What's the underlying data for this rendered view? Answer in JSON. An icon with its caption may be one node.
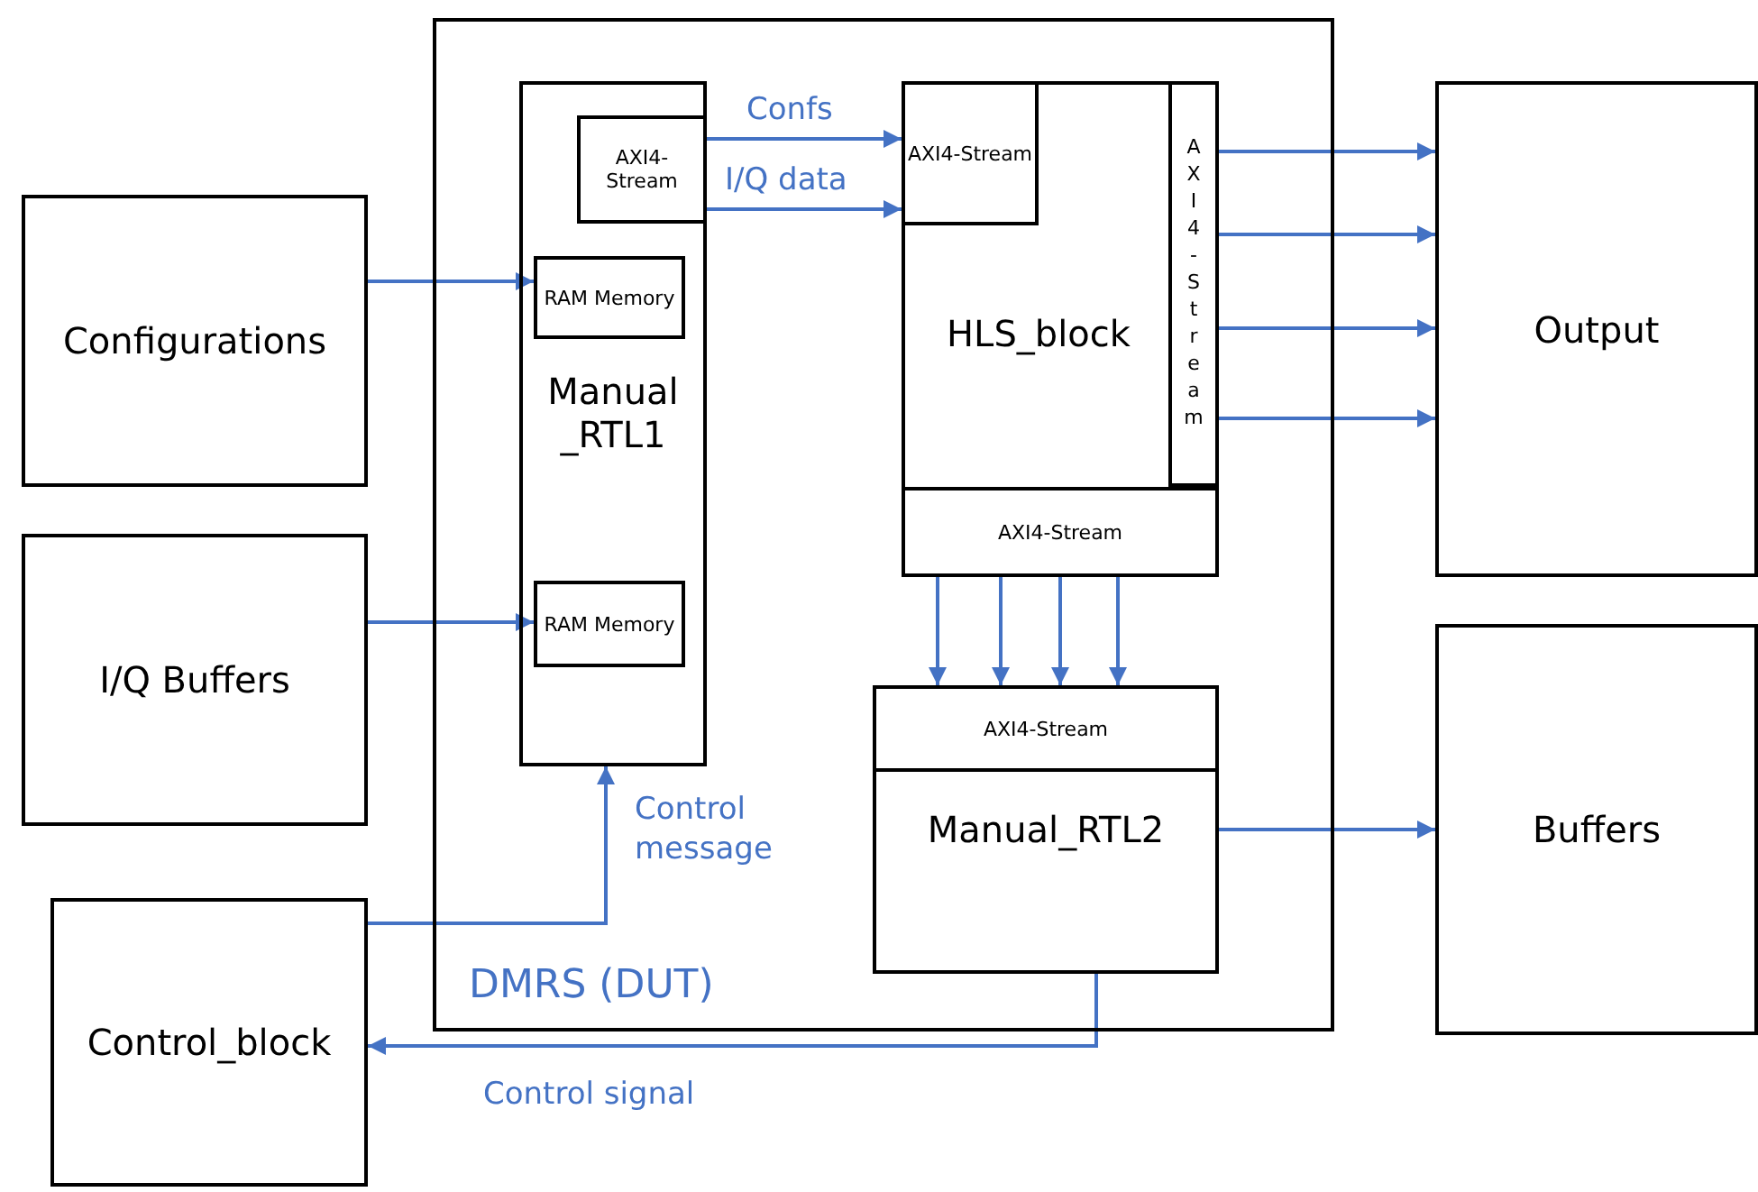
{
  "diagram": {
    "nodes": [
      {
        "text": [
          "Configurations"
        ]
      },
      {
        "text": [
          "I/Q Buffers"
        ]
      },
      {
        "text": [
          "Control_block"
        ]
      },
      {
        "text": [
          "DMRS (DUT)"
        ]
      },
      {
        "text": [
          "Manual _RTL1"
        ],
        "in": 3
      },
      {
        "text": [
          "AXI4-Stream"
        ],
        "in": 4
      },
      {
        "text": [
          "RAM Memory"
        ],
        "in": 4
      },
      {
        "text": [
          "RAM Memory"
        ],
        "in": 4
      },
      {
        "text": [
          "HLS_block"
        ],
        "in": 3
      },
      {
        "text": [
          "AXI4-Stream"
        ],
        "in": 8
      },
      {
        "text": [
          "AXI4-Stream"
        ],
        "in": 8
      },
      {
        "text": [
          "AXI4-Stream"
        ],
        "in": 8
      },
      {
        "text": [
          "Manual_RTL2"
        ],
        "in": 3
      },
      {
        "text": [
          "AXI4-Stream"
        ],
        "in": 12
      },
      {
        "text": [
          "Output"
        ]
      },
      {
        "text": [
          "Buffers"
        ]
      }
    ],
    "edges": [
      {
        "from": 0,
        "to": 6,
        "arrow": "to"
      },
      {
        "from": 1,
        "to": 7,
        "arrow": "to"
      },
      {
        "from": 2,
        "to": 4,
        "arrow": "to",
        "label": "Control message"
      },
      {
        "from": 5,
        "to": 9,
        "arrow": "to",
        "label": "Confs"
      },
      {
        "from": 5,
        "to": 9,
        "arrow": "to",
        "label": "I/Q data"
      },
      {
        "from": 10,
        "to": 14,
        "arrow": "to"
      },
      {
        "from": 10,
        "to": 14,
        "arrow": "to"
      },
      {
        "from": 10,
        "to": 14,
        "arrow": "to"
      },
      {
        "from": 10,
        "to": 14,
        "arrow": "to"
      },
      {
        "from": 11,
        "to": 13,
        "arrow": "to"
      },
      {
        "from": 11,
        "to": 13,
        "arrow": "to"
      },
      {
        "from": 11,
        "to": 13,
        "arrow": "to"
      },
      {
        "from": 11,
        "to": 13,
        "arrow": "to"
      },
      {
        "from": 12,
        "to": 15,
        "arrow": "to"
      },
      {
        "from": 12,
        "to": 2,
        "arrow": "to",
        "label": "Control signal"
      }
    ]
  }
}
